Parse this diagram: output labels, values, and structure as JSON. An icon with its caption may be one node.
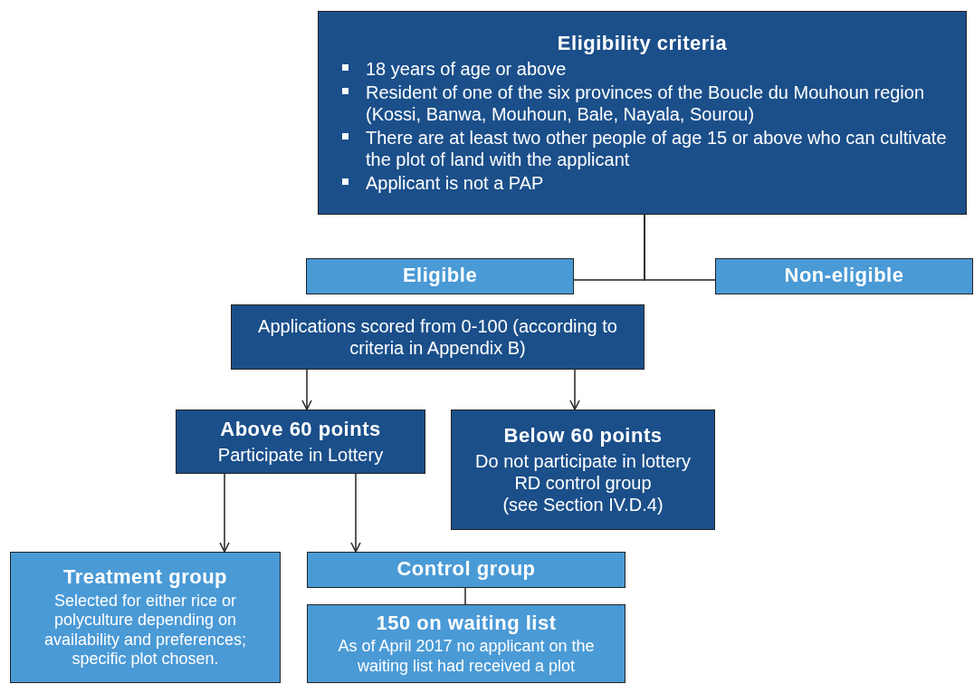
{
  "diagram": {
    "nodes": [
      {
        "text": [
          "Eligibility criteria",
          "18 years of age or above",
          "Resident of one of the six provinces of the Boucle du Mouhoun region (Kossi, Banwa, Mouhoun, Bale, Nayala, Sourou)",
          "There are at least two other people of age 15 or above who can cultivate the plot of land with the applicant",
          "Applicant is not a PAP"
        ]
      },
      {
        "text": [
          "Eligible"
        ]
      },
      {
        "text": [
          "Non-eligible"
        ]
      },
      {
        "text": [
          "Applications scored from 0-100 (according to criteria in Appendix B)"
        ]
      },
      {
        "text": [
          "Above 60 points",
          "Participate in Lottery"
        ]
      },
      {
        "text": [
          "Below 60 points",
          "Do not participate in lottery",
          "RD control group",
          "(see Section IV.D.4)"
        ]
      },
      {
        "text": [
          "Treatment group",
          "Selected for either rice or polyculture depending on availability and preferences; specific plot chosen."
        ]
      },
      {
        "text": [
          "Control group"
        ]
      },
      {
        "text": [
          "150 on waiting list",
          "As of April 2017 no applicant on the waiting list had received a plot"
        ]
      }
    ],
    "edges": [
      {
        "from": 0,
        "to": 1,
        "arrow": "none"
      },
      {
        "from": 0,
        "to": 2,
        "arrow": "none"
      },
      {
        "from": 3,
        "to": 4,
        "arrow": "to"
      },
      {
        "from": 3,
        "to": 5,
        "arrow": "to"
      },
      {
        "from": 4,
        "to": 6,
        "arrow": "to"
      },
      {
        "from": 4,
        "to": 7,
        "arrow": "to"
      },
      {
        "from": 7,
        "to": 8,
        "arrow": "none"
      }
    ]
  }
}
